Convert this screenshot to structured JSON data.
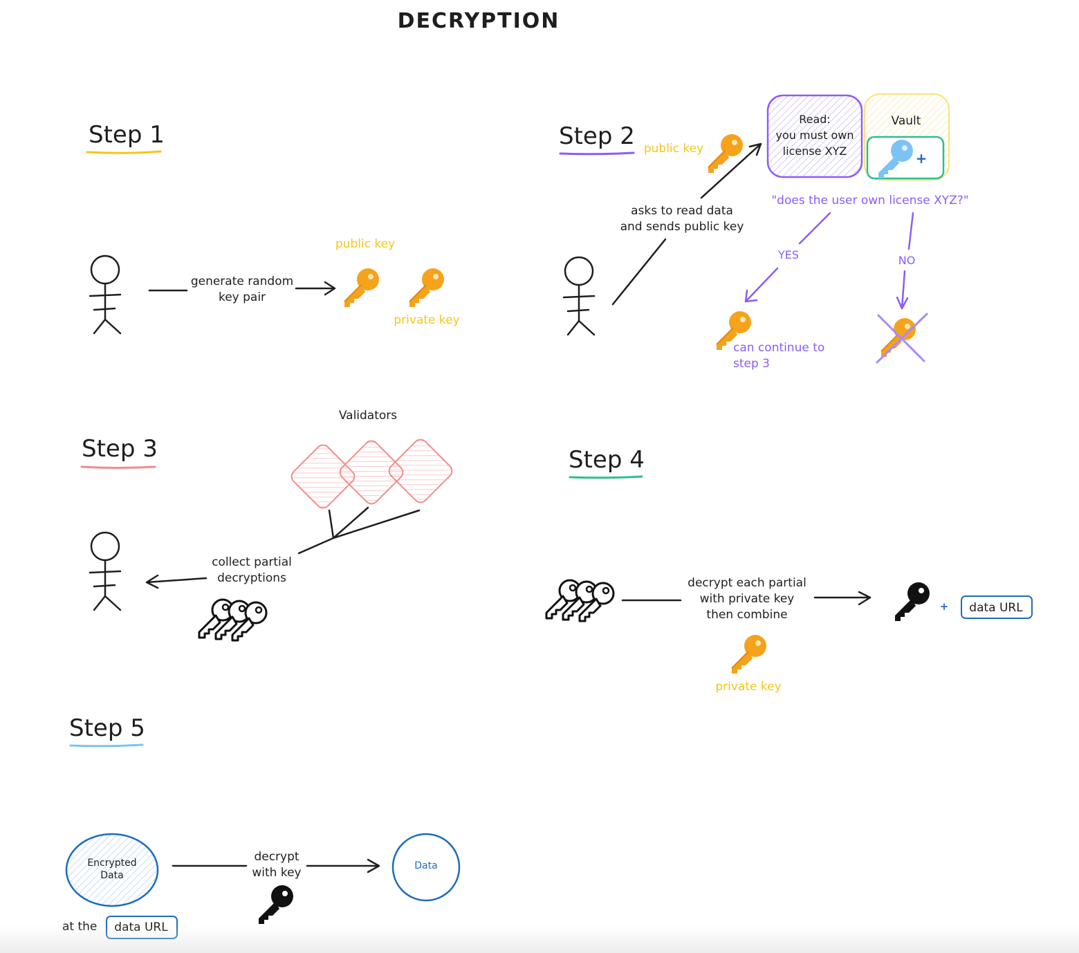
{
  "title": "DECRYPTION",
  "colors": {
    "ink": "#1e1e1e",
    "yellow": "#f5c518",
    "purple": "#8b5cf6",
    "red": "#f28b8b",
    "teal": "#2bbf8f",
    "blue": "#1c6bc0",
    "key_orange": "#f6a21b",
    "key_blue": "#7cc3f5"
  },
  "step1": {
    "heading": "Step 1",
    "arrow_label_1": "generate random",
    "arrow_label_2": "key pair",
    "public_key_label": "public key",
    "private_key_label": "private key"
  },
  "step2": {
    "heading": "Step 2",
    "public_key_label": "public key",
    "arrow_label_1": "asks to read data",
    "arrow_label_2": "and sends public key",
    "read_box_1": "Read:",
    "read_box_2": "you must own",
    "read_box_3": "license XYZ",
    "vault_label": "Vault",
    "vault_plus": "+",
    "question": "\"does the user own license XYZ?\"",
    "yes_label": "YES",
    "no_label": "NO",
    "continue_1": "can continue to",
    "continue_2": "step 3"
  },
  "step3": {
    "heading": "Step 3",
    "validators_label": "Validators",
    "arrow_label_1": "collect partial",
    "arrow_label_2": "decryptions"
  },
  "step4": {
    "heading": "Step 4",
    "arrow_label_1": "decrypt each partial",
    "arrow_label_2": "with private key",
    "arrow_label_3": "then combine",
    "plus": "+",
    "data_url": "data URL",
    "private_key_label": "private key"
  },
  "step5": {
    "heading": "Step 5",
    "encrypted_1": "Encrypted",
    "encrypted_2": "Data",
    "arrow_label_1": "decrypt",
    "arrow_label_2": "with key",
    "data_label": "Data",
    "at_the": "at the",
    "data_url": "data URL"
  }
}
